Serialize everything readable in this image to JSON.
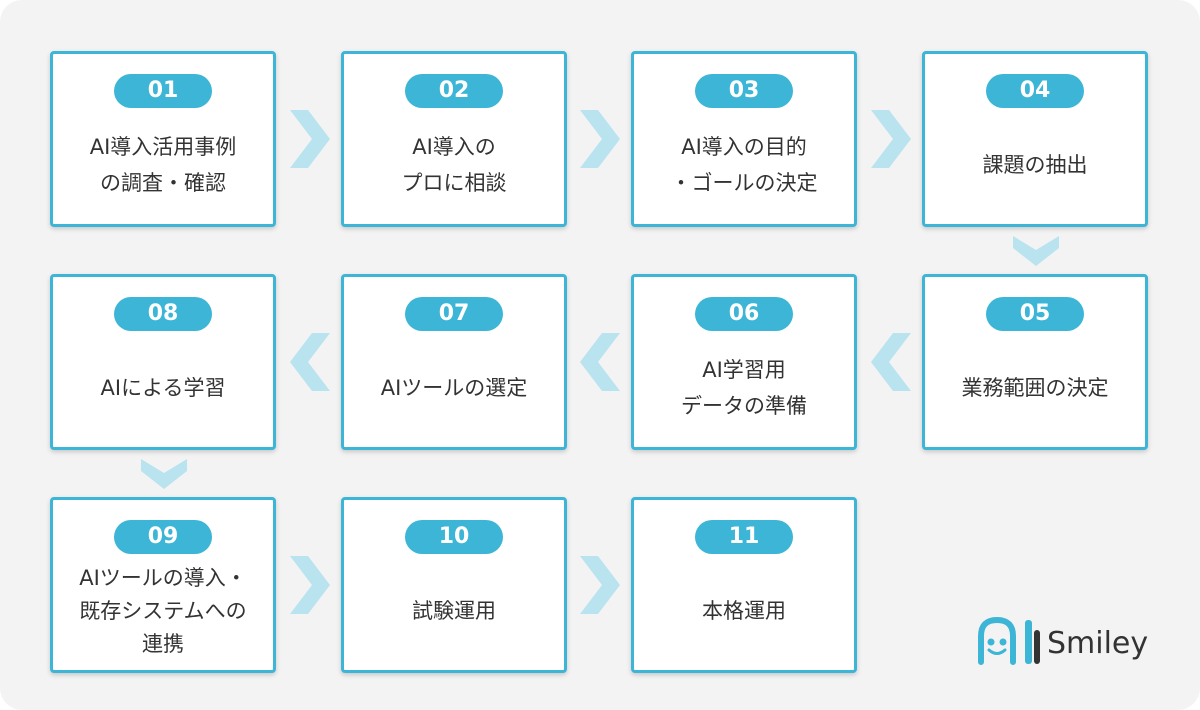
{
  "colors": {
    "accent": "#3db5d6",
    "arrow": "#b9e3ef",
    "background": "#f3f3f3",
    "text": "#333333"
  },
  "steps": [
    {
      "number": "01",
      "label": "AI導入活用事例\nの調査・確認"
    },
    {
      "number": "02",
      "label": "AI導入の\nプロに相談"
    },
    {
      "number": "03",
      "label": "AI導入の目的\n・ゴールの決定"
    },
    {
      "number": "04",
      "label": "課題の抽出"
    },
    {
      "number": "05",
      "label": "業務範囲の決定"
    },
    {
      "number": "06",
      "label": "AI学習用\nデータの準備"
    },
    {
      "number": "07",
      "label": "AIツールの選定"
    },
    {
      "number": "08",
      "label": "AIによる学習"
    },
    {
      "number": "09",
      "label": "AIツールの導入・\n既存システムへの\n連携"
    },
    {
      "number": "10",
      "label": "試験運用"
    },
    {
      "number": "11",
      "label": "本格運用"
    }
  ],
  "logo": {
    "mark": "AI",
    "text": "Smiley",
    "icon": "ai-smiley-logo-icon"
  }
}
